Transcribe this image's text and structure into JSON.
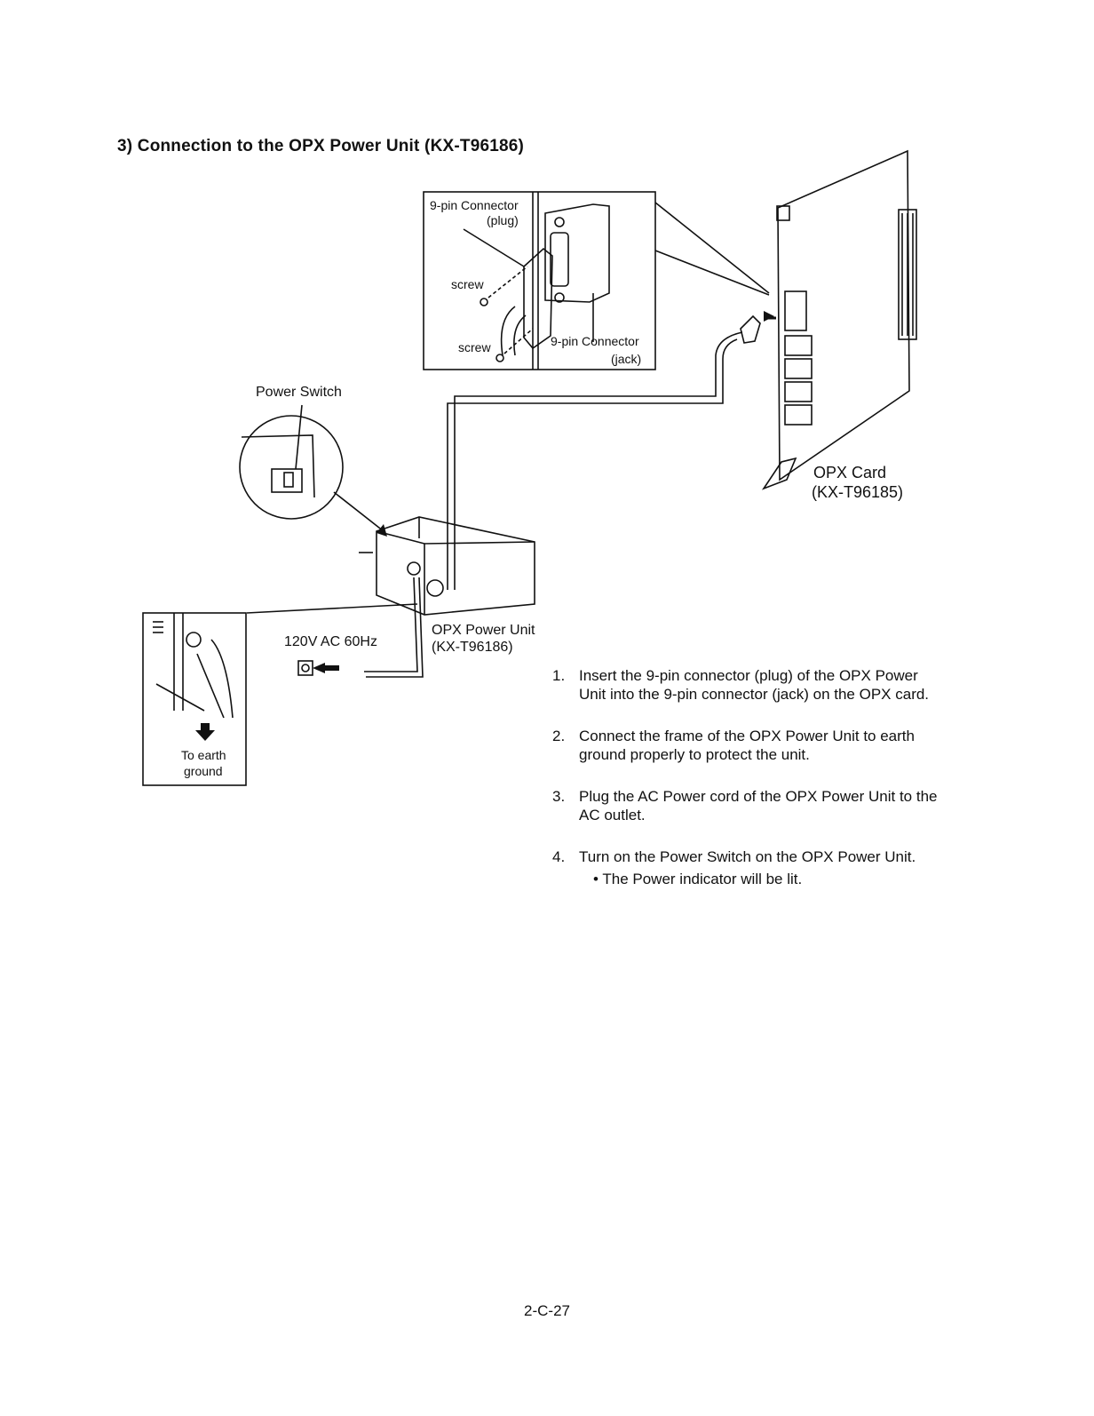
{
  "heading": "3) Connection to the OPX Power Unit (KX-T96186)",
  "labels": {
    "connector_plug_line1": "9-pin Connector",
    "connector_plug_line2": "(plug)",
    "screw_upper": "screw",
    "screw_lower": "screw",
    "connector_jack_line1": "9-pin Connector",
    "connector_jack_line2": "(jack)",
    "power_switch": "Power Switch",
    "opx_card_line1": "OPX Card",
    "opx_card_line2": "(KX-T96185)",
    "power_unit_line1": "OPX Power Unit",
    "power_unit_line2": "(KX-T96186)",
    "ac_supply": "120V AC 60Hz",
    "earth_line1": "To earth",
    "earth_line2": "ground"
  },
  "steps": [
    {
      "num": "1.",
      "text": "Insert the 9-pin connector (plug) of the OPX Power Unit into the 9-pin connector (jack) on the OPX card."
    },
    {
      "num": "2.",
      "text": "Connect the frame of the OPX Power Unit to earth ground properly to protect the unit."
    },
    {
      "num": "3.",
      "text": "Plug the AC Power cord of the OPX Power Unit to the AC outlet."
    },
    {
      "num": "4.",
      "text": "Turn on the Power Switch on the OPX Power Unit.",
      "bullet": "• The Power indicator will be lit."
    }
  ],
  "footer": "2-C-27"
}
